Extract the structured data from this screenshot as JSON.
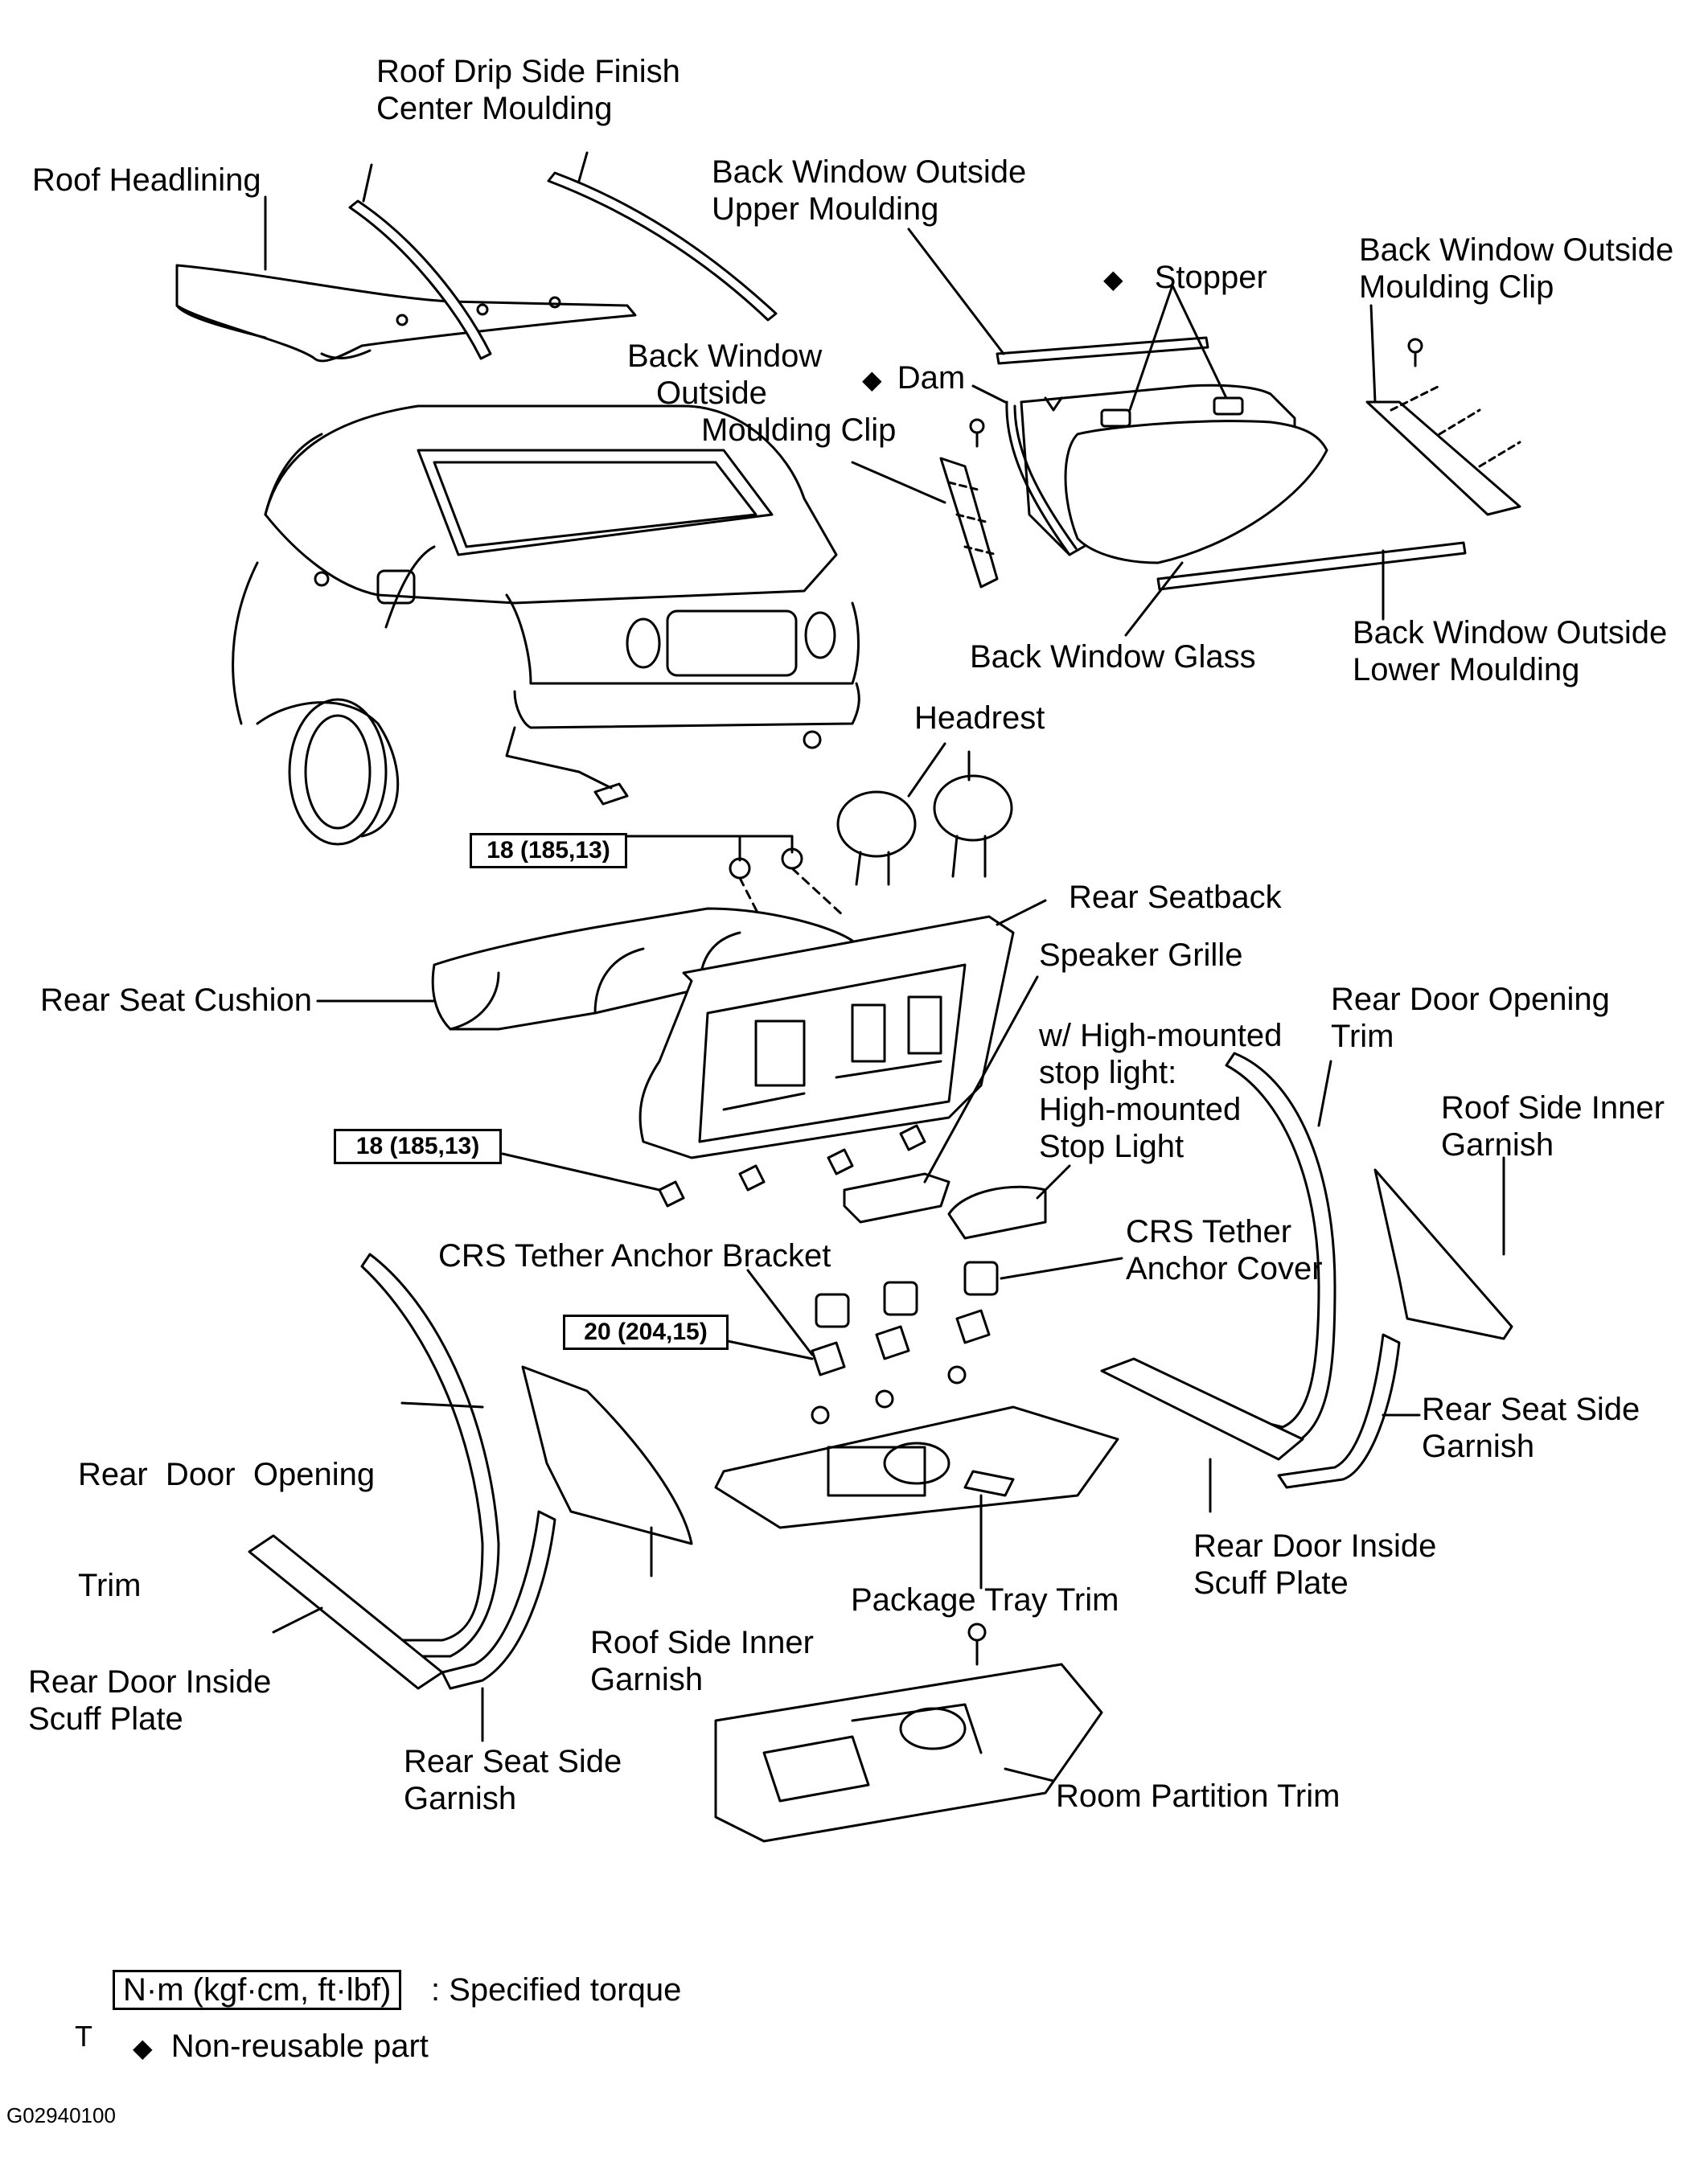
{
  "labels": {
    "roof_drip": [
      "Roof Drip Side Finish",
      "Center Moulding"
    ],
    "roof_headlining": "Roof Headlining",
    "bw_upper": [
      "Back Window Outside",
      "Upper Moulding"
    ],
    "stopper": "Stopper",
    "bw_clip_right": [
      "Back Window Outside",
      "Moulding Clip"
    ],
    "bw_clip_left": [
      "Back Window",
      "Outside",
      "Moulding Clip"
    ],
    "dam": "Dam",
    "bw_glass": "Back Window Glass",
    "bw_lower": [
      "Back Window Outside",
      "Lower Moulding"
    ],
    "headrest": "Headrest",
    "rear_seatback": "Rear Seatback",
    "speaker_grille": "Speaker Grille",
    "rear_seat_cushion": "Rear Seat Cushion",
    "high_mounted": [
      "w/ High-mounted",
      "stop light:",
      "High-mounted",
      "Stop Light"
    ],
    "rear_door_opening_trim_right": [
      "Rear Door Opening",
      "Trim"
    ],
    "roof_side_inner_right": [
      "Roof Side Inner",
      "Garnish"
    ],
    "crs_bracket": "CRS Tether Anchor Bracket",
    "crs_cover": [
      "CRS Tether",
      "Anchor Cover"
    ],
    "rear_door_opening_trim_left": [
      "Rear  Door  Opening",
      "Trim"
    ],
    "rear_seat_side_right": [
      "Rear Seat Side",
      "Garnish"
    ],
    "rear_door_scuff_right": [
      "Rear Door Inside",
      "Scuff Plate"
    ],
    "package_tray": "Package Tray Trim",
    "roof_side_inner_left": [
      "Roof Side Inner",
      "Garnish"
    ],
    "rear_door_scuff_left": [
      "Rear Door Inside",
      "Scuff Plate"
    ],
    "rear_seat_side_left": [
      "Rear Seat Side",
      "Garnish"
    ],
    "room_partition": "Room Partition Trim"
  },
  "torque_specs": [
    "18 (185,13)",
    "18 (185,13)",
    "20 (204,15)"
  ],
  "nonreusable_symbol": "◆",
  "legend": {
    "torque_unit_box": "N·m (kgf·cm, ft·lbf)",
    "torque_text": ": Specified torque",
    "marker": "T",
    "nonreusable_text": "Non-reusable part"
  },
  "figure_id": "G02940100"
}
